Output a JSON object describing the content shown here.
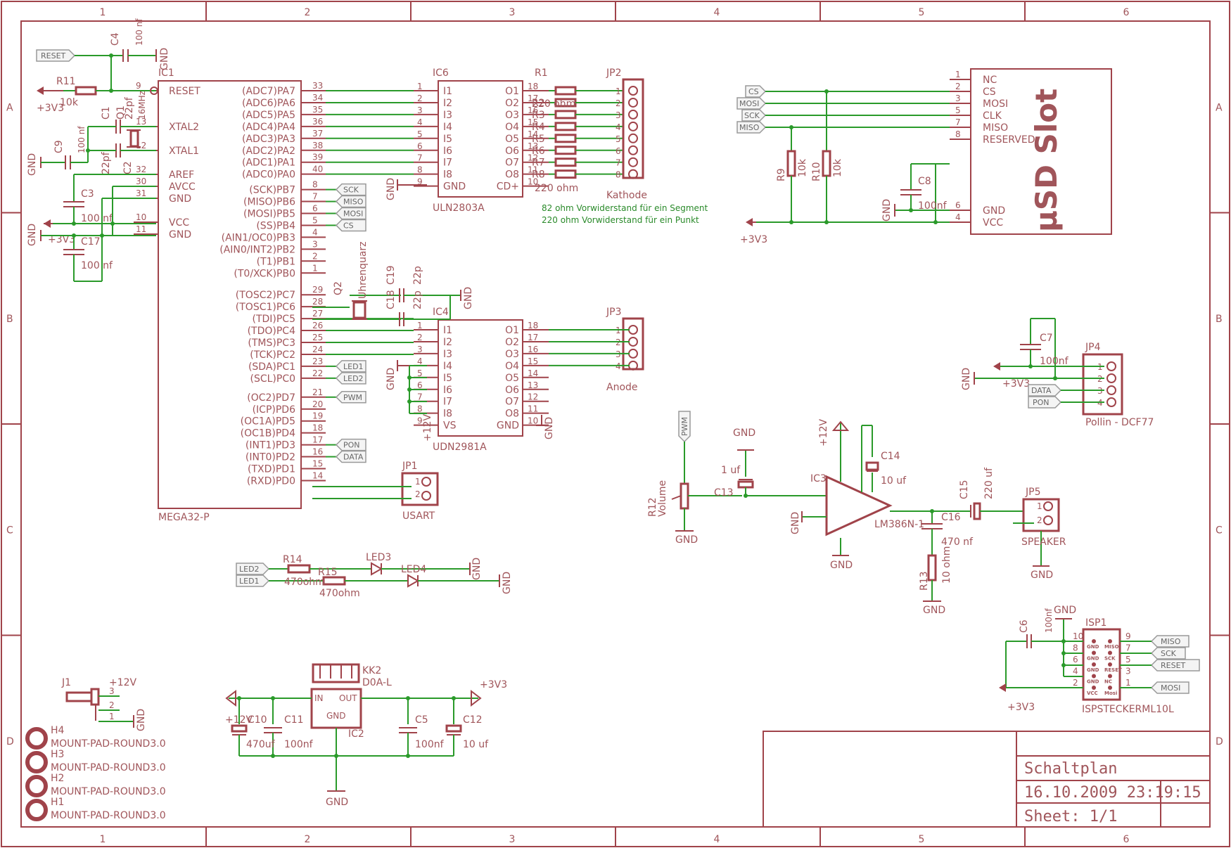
{
  "frame": {
    "col_labels": [
      "1",
      "2",
      "3",
      "4",
      "5",
      "6"
    ],
    "row_labels": [
      "A",
      "B",
      "C",
      "D"
    ]
  },
  "title_block": {
    "title": "Schaltplan",
    "date": "16.10.2009 23:19:15",
    "sheet": "Sheet: 1/1"
  },
  "mcu": {
    "name": "IC1",
    "part": "MEGA32-P",
    "left_pins": [
      {
        "num": "9",
        "name": "RESET"
      },
      {
        "num": "13",
        "name": "XTAL2"
      },
      {
        "num": "12",
        "name": "XTAL1"
      },
      {
        "num": "32",
        "name": "AREF"
      },
      {
        "num": "30",
        "name": "AVCC"
      },
      {
        "num": "31",
        "name": "GND"
      },
      {
        "num": "10",
        "name": "VCC"
      },
      {
        "num": "11",
        "name": "GND"
      }
    ],
    "right_pins": [
      {
        "num": "33",
        "name": "(ADC7)PA7"
      },
      {
        "num": "34",
        "name": "(ADC6)PA6"
      },
      {
        "num": "35",
        "name": "(ADC5)PA5"
      },
      {
        "num": "36",
        "name": "(ADC4)PA4"
      },
      {
        "num": "37",
        "name": "(ADC3)PA3"
      },
      {
        "num": "38",
        "name": "(ADC2)PA2"
      },
      {
        "num": "39",
        "name": "(ADC1)PA1"
      },
      {
        "num": "40",
        "name": "(ADC0)PA0"
      },
      {
        "num": "8",
        "name": "(SCK)PB7"
      },
      {
        "num": "7",
        "name": "(MISO)PB6"
      },
      {
        "num": "6",
        "name": "(MOSI)PB5"
      },
      {
        "num": "5",
        "name": "(SS)PB4"
      },
      {
        "num": "4",
        "name": "(AIN1/OC0)PB3"
      },
      {
        "num": "3",
        "name": "(AIN0/INT2)PB2"
      },
      {
        "num": "2",
        "name": "(T1)PB1"
      },
      {
        "num": "1",
        "name": "(T0/XCK)PB0"
      },
      {
        "num": "29",
        "name": "(TOSC2)PC7"
      },
      {
        "num": "28",
        "name": "(TOSC1)PC6"
      },
      {
        "num": "27",
        "name": "(TDI)PC5"
      },
      {
        "num": "26",
        "name": "(TDO)PC4"
      },
      {
        "num": "25",
        "name": "(TMS)PC3"
      },
      {
        "num": "24",
        "name": "(TCK)PC2"
      },
      {
        "num": "23",
        "name": "(SDA)PC1"
      },
      {
        "num": "22",
        "name": "(SCL)PC0"
      },
      {
        "num": "21",
        "name": "(OC2)PD7"
      },
      {
        "num": "20",
        "name": "(ICP)PD6"
      },
      {
        "num": "19",
        "name": "(OC1A)PD5"
      },
      {
        "num": "18",
        "name": "(OC1B)PD4"
      },
      {
        "num": "17",
        "name": "(INT1)PD3"
      },
      {
        "num": "16",
        "name": "(INT0)PD2"
      },
      {
        "num": "15",
        "name": "(TXD)PD1"
      },
      {
        "num": "14",
        "name": "(RXD)PD0"
      }
    ]
  },
  "uln": {
    "name": "IC6",
    "part": "ULN2803A",
    "inputs": [
      {
        "num": "1",
        "name": "I1"
      },
      {
        "num": "2",
        "name": "I2"
      },
      {
        "num": "3",
        "name": "I3"
      },
      {
        "num": "4",
        "name": "I4"
      },
      {
        "num": "5",
        "name": "I5"
      },
      {
        "num": "6",
        "name": "I6"
      },
      {
        "num": "7",
        "name": "I7"
      },
      {
        "num": "8",
        "name": "I8"
      },
      {
        "num": "9",
        "name": "GND"
      }
    ],
    "outputs": [
      {
        "num": "18",
        "name": "O1"
      },
      {
        "num": "17",
        "name": "O2"
      },
      {
        "num": "16",
        "name": "O3"
      },
      {
        "num": "15",
        "name": "O4"
      },
      {
        "num": "14",
        "name": "O5"
      },
      {
        "num": "13",
        "name": "O6"
      },
      {
        "num": "12",
        "name": "O7"
      },
      {
        "num": "11",
        "name": "O8"
      },
      {
        "num": "10",
        "name": "CD+"
      }
    ]
  },
  "udn": {
    "name": "IC4",
    "part": "UDN2981A",
    "inputs": [
      {
        "num": "1",
        "name": "I1"
      },
      {
        "num": "2",
        "name": "I2"
      },
      {
        "num": "3",
        "name": "I3"
      },
      {
        "num": "4",
        "name": "I4"
      },
      {
        "num": "5",
        "name": "I5"
      },
      {
        "num": "6",
        "name": "I6"
      },
      {
        "num": "7",
        "name": "I7"
      },
      {
        "num": "8",
        "name": "I8"
      },
      {
        "num": "9",
        "name": "VS"
      }
    ],
    "outputs": [
      {
        "num": "18",
        "name": "O1"
      },
      {
        "num": "17",
        "name": "O2"
      },
      {
        "num": "16",
        "name": "O3"
      },
      {
        "num": "15",
        "name": "O4"
      },
      {
        "num": "14",
        "name": "O5"
      },
      {
        "num": "13",
        "name": "O6"
      },
      {
        "num": "12",
        "name": "O7"
      },
      {
        "num": "11",
        "name": "O8"
      },
      {
        "num": "10",
        "name": "GND"
      }
    ]
  },
  "sd": {
    "title": "µSD Slot",
    "pins": [
      {
        "num": "1",
        "name": "NC"
      },
      {
        "num": "2",
        "name": "CS"
      },
      {
        "num": "3",
        "name": "MOSI"
      },
      {
        "num": "5",
        "name": "CLK"
      },
      {
        "num": "7",
        "name": "MISO"
      },
      {
        "num": "8",
        "name": "RESERVED"
      },
      {
        "num": "6",
        "name": "GND"
      },
      {
        "num": "4",
        "name": "VCC"
      }
    ]
  },
  "net_labels": {
    "reset": "RESET",
    "sck": "SCK",
    "miso": "MISO",
    "mosi": "MOSI",
    "cs": "CS",
    "led1": "LED1",
    "led2": "LED2",
    "pwm": "PWM",
    "pon": "PON",
    "data": "DATA"
  },
  "components": {
    "c4_top": "C4",
    "c4_top_val": "100 nf",
    "r11": "R11",
    "r11_val": "10k",
    "c1": "C1",
    "c1_val": "22pf",
    "q1": "Q1",
    "q1_val": "16MHz",
    "c9": "C9",
    "c9_val": "100 nf",
    "c2": "C2",
    "c2_val": "22pf",
    "c3": "C3",
    "c3_val": "100 nf",
    "c17": "C17",
    "c17_val": "100 nf",
    "r1": "R1",
    "r_vals": "220 ohm",
    "r_val2": "220 ohm",
    "r_labels": [
      "R2",
      "R3",
      "R4",
      "R5",
      "R6",
      "R7",
      "R8"
    ],
    "jp2": "JP2",
    "jp2_name": "Kathode",
    "note1": "82 ohm Vorwiderstand für ein Segment",
    "note2": "220 ohm Vorwiderstand für ein Punkt",
    "q2": "Q2",
    "q2_name": "Uhrenquarz",
    "c18": "C18",
    "c19": "C19",
    "c1819_val": "22p",
    "c18_val": "22p",
    "jp3": "JP3",
    "jp3_name": "Anode",
    "jp1": "JP1",
    "jp1_name": "USART",
    "r14": "R14",
    "r14_val": "470ohm",
    "r15": "R15",
    "r15_val": "470ohm",
    "led3": "LED3",
    "led4": "LED4",
    "r9": "R9",
    "r9_val": "10k",
    "r10": "R10",
    "r10_val": "10k",
    "c8": "C8",
    "c8_val": "100nf",
    "c7": "C7",
    "c7_val": "100nf",
    "jp4": "JP4",
    "jp4_name": "Pollin - DCF77",
    "r12": "R12",
    "r12_name": "Volume",
    "c13": "C13",
    "c13_val": "1 uf",
    "ic3": "IC3",
    "ic3_part": "LM386N-1",
    "c14": "C14",
    "c14_val": "10 uf",
    "c15": "C15",
    "c15_val": "220 uf",
    "c16": "C16",
    "c16_val": "470 nf",
    "r13": "R13",
    "r13_val": "10 ohm",
    "jp5": "JP5",
    "jp5_name": "SPEAKER",
    "c6": "C6",
    "c6_val": "100nf",
    "isp1": "ISP1",
    "isp1_part": "ISPSTECKERML10L",
    "j1": "J1",
    "kk2": "KK2",
    "kk2_part": "D0A-L",
    "ic2": "IC2",
    "ic2_in": "IN",
    "ic2_out": "OUT",
    "ic2_gnd": "GND",
    "c10": "C10",
    "c10_val": "470uf",
    "c11": "C11",
    "c11_val": "100nf",
    "c5": "C5",
    "c5_val": "100nf",
    "c12": "C12",
    "c12_val": "10 uf",
    "h4": "H4",
    "h3": "H3",
    "h2": "H2",
    "h1": "H1",
    "mount": "MOUNT-PAD-ROUND3.0"
  },
  "supplies": {
    "gnd": "GND",
    "v33": "+3V3",
    "v12": "+12V"
  }
}
